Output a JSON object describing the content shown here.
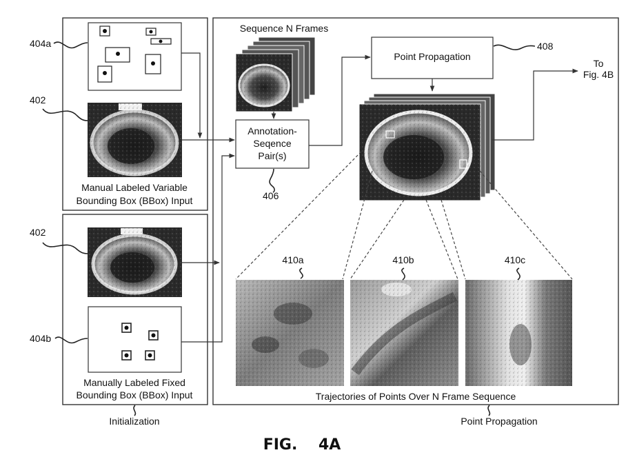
{
  "figure": {
    "title": "FIG.    4A"
  },
  "panels": {
    "initialization_label": "Initialization",
    "propagation_label": "Point Propagation"
  },
  "left_top": {
    "ref_boxes": "404a",
    "ref_image": "402",
    "caption_line1": "Manual Labeled Variable",
    "caption_line2": "Bounding Box (BBox) Input"
  },
  "left_bottom": {
    "ref_image": "402",
    "ref_boxes": "404b",
    "caption_line1": "Manually Labeled Fixed",
    "caption_line2": "Bounding Box (BBox) Input"
  },
  "right": {
    "sequence_label": "Sequence N Frames",
    "annotation_line1": "Annotation-",
    "annotation_line2": "Seqence",
    "annotation_line3": "Pair(s)",
    "annotation_ref": "406",
    "point_propagation": "Point Propagation",
    "point_propagation_ref": "408",
    "to_line1": "To",
    "to_line2": "Fig. 4B",
    "crop_a_ref": "410a",
    "crop_b_ref": "410b",
    "crop_c_ref": "410c",
    "trajectories_caption": "Trajectories of Points Over N Frame Sequence"
  },
  "colors": {
    "line": "#333333",
    "photo_dark": "#3a3a3a",
    "photo_mid": "#8a8a8a",
    "photo_light": "#d6d6d6"
  }
}
